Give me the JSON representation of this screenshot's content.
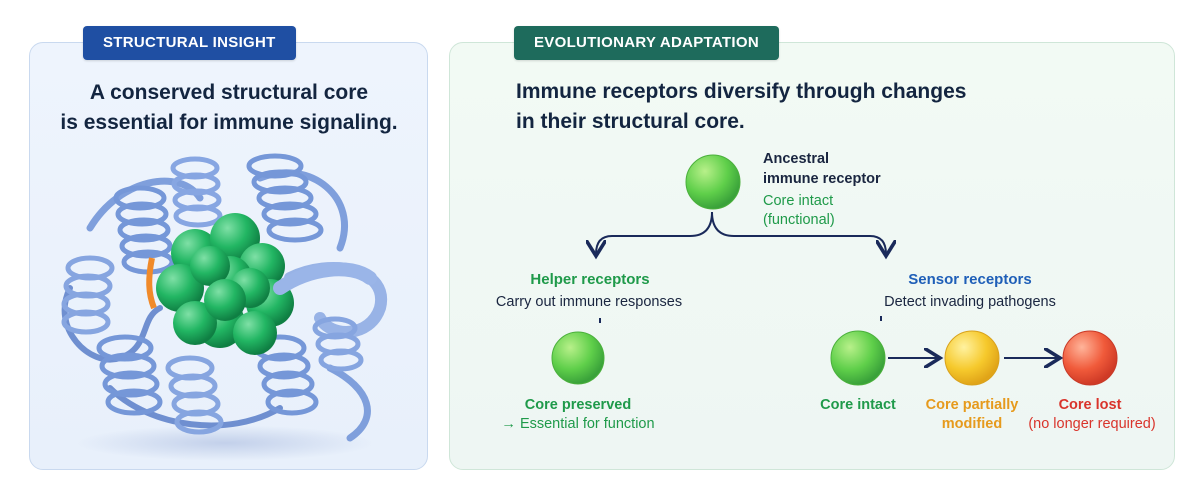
{
  "left": {
    "badge": "STRUCTURAL INSIGHT",
    "headline_line1": "A conserved structural core",
    "headline_line2": "is essential for immune signaling."
  },
  "right": {
    "badge": "EVOLUTIONARY ADAPTATION",
    "headline_line1": "Immune receptors diversify through changes",
    "headline_line2": "in their structural core.",
    "ancestral": {
      "title_line1": "Ancestral",
      "title_line2": "immune receptor",
      "status_line1": "Core intact",
      "status_line2": "(functional)"
    },
    "helper": {
      "title": "Helper receptors",
      "subtitle": "Carry out immune responses",
      "status_line1": "Core preserved",
      "status_line2": "→ Essential for function"
    },
    "sensor": {
      "title": "Sensor receptors",
      "subtitle": "Detect invading pathogens",
      "stages": [
        {
          "label_line1": "Core intact",
          "label_line2": ""
        },
        {
          "label_line1": "Core partially",
          "label_line2": "modified"
        },
        {
          "label_line1": "Core lost",
          "label_line2": "(no longer required)"
        }
      ]
    }
  },
  "colors": {
    "intact": "#5fcf4a",
    "partial": "#f2c22a",
    "lost": "#f05a3a",
    "arrow": "#1a2a5a",
    "ribbon": "#8aa9e0",
    "core": "#1fae5e"
  }
}
